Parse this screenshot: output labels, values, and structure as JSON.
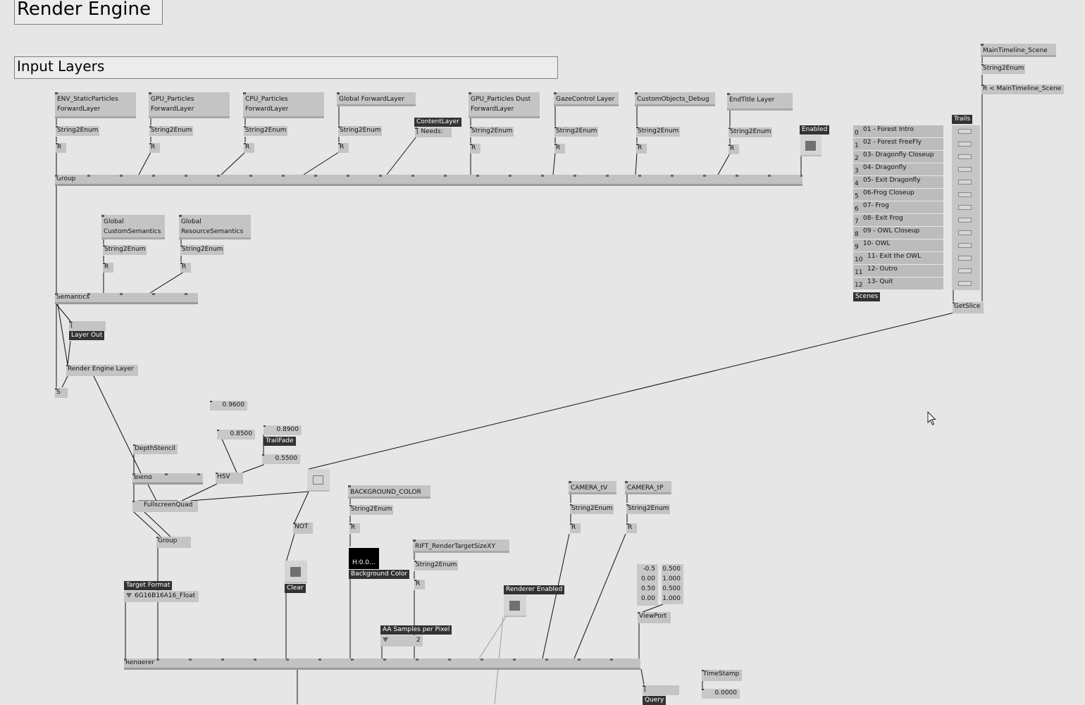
{
  "headers": {
    "render_engine": "Render Engine",
    "input_layers": "Input Layers"
  },
  "layer_nodes": [
    {
      "label": "ENV_StaticParticles\nForwardLayer"
    },
    {
      "label": "GPU_Particles\nForwardLayer"
    },
    {
      "label": "CPU_Particles\nForwardLayer"
    },
    {
      "label": "Global ForwardLayer"
    },
    {
      "label": "GPU_Particles Dust\nForwardLayer"
    },
    {
      "label": "GazeControl Layer"
    },
    {
      "label": "CustomObjects_Debug"
    },
    {
      "label": "EndTitle Layer"
    }
  ],
  "nodes": {
    "string2enum": "String2Enum",
    "r": "R",
    "s": "S",
    "group": "Group",
    "semantics": "Semantics",
    "content_layer": "ContentLayer",
    "needs": "[ Needs:",
    "enabled": "Enabled",
    "global_custom_semantics": "Global\nCustomSemantics",
    "global_resource_semantics": "Global\nResourceSemantics",
    "bracket": "[",
    "layer_out": "Layer Out",
    "render_engine_layer": "Render Engine Layer",
    "depth_stencil": "DepthStencil",
    "blend": "Blend",
    "hsv": "HSV",
    "fullscreen_quad": "FullscreenQuad",
    "not": "NOT",
    "clear": "Clear",
    "target_format": "Target Format",
    "target_format_value": "6G16B16A16_Float",
    "background_color_node": "BACKGROUND_COLOR",
    "color_value": "H:0.0...",
    "background_color_label": "Background Color",
    "rift_target_size": "RIFT_RenderTargetSizeXY",
    "aa_samples": "AA Samples per Pixel",
    "aa_value": "2",
    "renderer_enabled": "Renderer Enabled",
    "camera_tv": "CAMERA_tV",
    "camera_tp": "CAMERA_tP",
    "viewport": "ViewPort",
    "renderer": "Renderer",
    "timestamp": "TimeStamp",
    "timestamp_value": "0.0000",
    "query": "Query",
    "main_timeline": "MainTimeline_Scene",
    "r_main_timeline": "R < MainTimeline_Scene",
    "trails": "Trails",
    "scenes": "Scenes",
    "getslice": "GetSlice",
    "trail_fade": "TrailFade"
  },
  "values": {
    "v0960": "0.9600",
    "v0890": "0.8900",
    "v0850": "0.8500",
    "v0550": "0.5500",
    "viewport_left": "-0.5\n0.00\n0.50\n0.00",
    "viewport_right": "0.500\n1.000\n0.500\n1.000"
  },
  "scenes": [
    {
      "index": "0",
      "name": "01 - Forest Intro"
    },
    {
      "index": "1",
      "name": "02 - Forest FreeFly"
    },
    {
      "index": "2",
      "name": "03- Dragonfly Closeup"
    },
    {
      "index": "3",
      "name": "04- Dragonfly"
    },
    {
      "index": "4",
      "name": "05- Exit Dragonfly"
    },
    {
      "index": "5",
      "name": "06-Frog Closeup"
    },
    {
      "index": "6",
      "name": "07- Frog"
    },
    {
      "index": "7",
      "name": "08- Exit Frog"
    },
    {
      "index": "8",
      "name": "09 - OWL Closeup"
    },
    {
      "index": "9",
      "name": "10- OWL"
    },
    {
      "index": "10",
      "name": "11- Exit the OWL"
    },
    {
      "index": "11",
      "name": "12- Outro"
    },
    {
      "index": "12",
      "name": "13- Quit"
    }
  ],
  "icons": {
    "cursor": "mouse-pointer-icon"
  }
}
